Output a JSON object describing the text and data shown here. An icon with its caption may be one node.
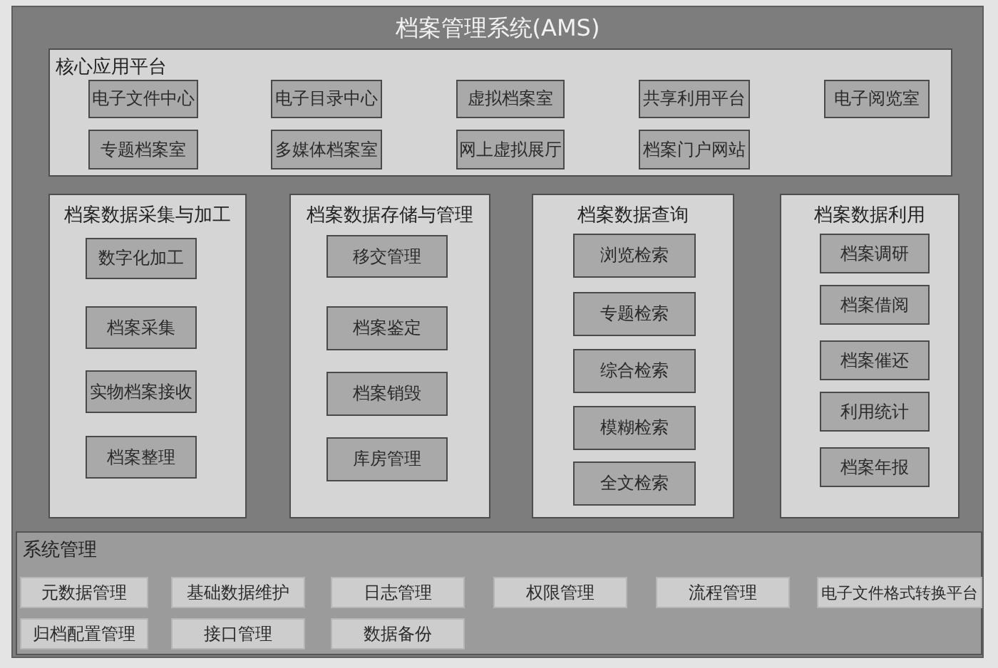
{
  "diagram": {
    "nodes": [
      {
        "text": [
          "档案管理系统(AMS)"
        ]
      },
      {
        "text": [
          "核心应用平台"
        ],
        "in": 0
      },
      {
        "text": [
          "电子文件中心"
        ],
        "in": 1
      },
      {
        "text": [
          "电子目录中心"
        ],
        "in": 1
      },
      {
        "text": [
          "虚拟档案室"
        ],
        "in": 1
      },
      {
        "text": [
          "共享利用平台"
        ],
        "in": 1
      },
      {
        "text": [
          "电子阅览室"
        ],
        "in": 1
      },
      {
        "text": [
          "专题档案室"
        ],
        "in": 1
      },
      {
        "text": [
          "多媒体档案室"
        ],
        "in": 1
      },
      {
        "text": [
          "网上虚拟展厅"
        ],
        "in": 1
      },
      {
        "text": [
          "档案门户网站"
        ],
        "in": 1
      },
      {
        "text": [
          "档案数据采集与加工"
        ],
        "in": 0
      },
      {
        "text": [
          "数字化加工"
        ],
        "in": 11
      },
      {
        "text": [
          "档案采集"
        ],
        "in": 11
      },
      {
        "text": [
          "实物档案接收"
        ],
        "in": 11
      },
      {
        "text": [
          "档案整理"
        ],
        "in": 11
      },
      {
        "text": [
          "档案数据存储与管理"
        ],
        "in": 0
      },
      {
        "text": [
          "移交管理"
        ],
        "in": 16
      },
      {
        "text": [
          "档案鉴定"
        ],
        "in": 16
      },
      {
        "text": [
          "档案销毁"
        ],
        "in": 16
      },
      {
        "text": [
          "库房管理"
        ],
        "in": 16
      },
      {
        "text": [
          "档案数据查询"
        ],
        "in": 0
      },
      {
        "text": [
          "浏览检索"
        ],
        "in": 21
      },
      {
        "text": [
          "专题检索"
        ],
        "in": 21
      },
      {
        "text": [
          "综合检索"
        ],
        "in": 21
      },
      {
        "text": [
          "模糊检索"
        ],
        "in": 21
      },
      {
        "text": [
          "全文检索"
        ],
        "in": 21
      },
      {
        "text": [
          "档案数据利用"
        ],
        "in": 0
      },
      {
        "text": [
          "档案调研"
        ],
        "in": 27
      },
      {
        "text": [
          "档案借阅"
        ],
        "in": 27
      },
      {
        "text": [
          "档案催还"
        ],
        "in": 27
      },
      {
        "text": [
          "利用统计"
        ],
        "in": 27
      },
      {
        "text": [
          "档案年报"
        ],
        "in": 27
      },
      {
        "text": [
          "系统管理"
        ],
        "in": 0
      },
      {
        "text": [
          "元数据管理"
        ],
        "in": 33
      },
      {
        "text": [
          "基础数据维护"
        ],
        "in": 33
      },
      {
        "text": [
          "日志管理"
        ],
        "in": 33
      },
      {
        "text": [
          "权限管理"
        ],
        "in": 33
      },
      {
        "text": [
          "流程管理"
        ],
        "in": 33
      },
      {
        "text": [
          "电子文件格式转换平台"
        ],
        "in": 33
      },
      {
        "text": [
          "归档配置管理"
        ],
        "in": 33
      },
      {
        "text": [
          "接口管理"
        ],
        "in": 33
      },
      {
        "text": [
          "数据备份"
        ],
        "in": 33
      }
    ]
  }
}
